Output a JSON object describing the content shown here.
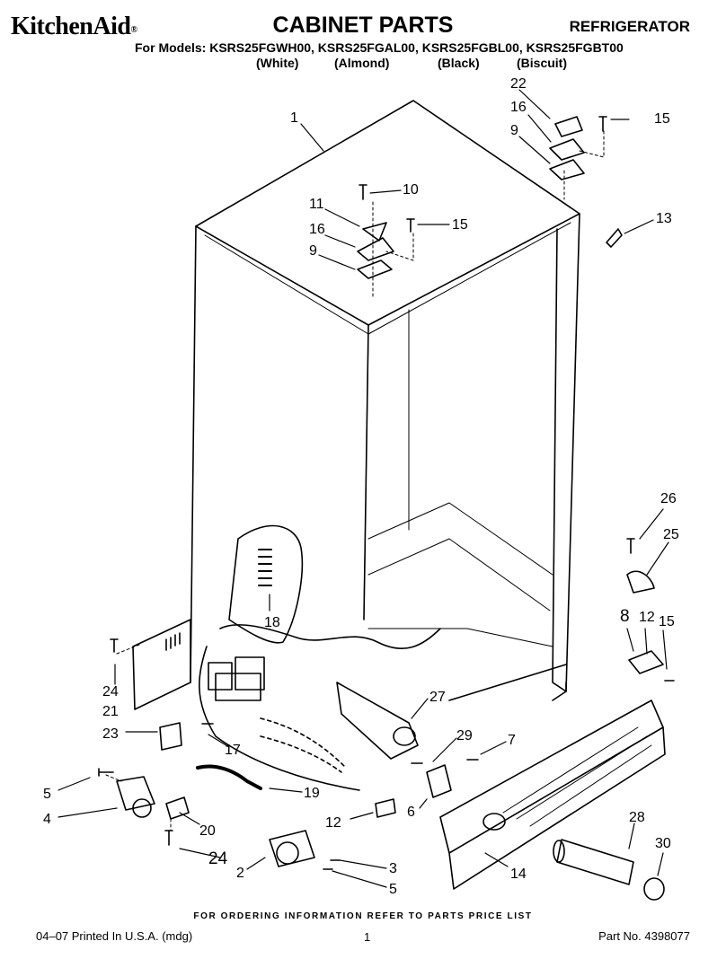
{
  "header": {
    "brand": "KitchenAid",
    "brand_mark": "®",
    "title": "CABINET PARTS",
    "category": "REFRIGERATOR",
    "models_line": "For Models: KSRS25FGWH00, KSRS25FGAL00, KSRS25FGBL00, KSRS25FGBT00",
    "colors": [
      "(White)",
      "(Almond)",
      "(Black)",
      "(Biscuit)"
    ]
  },
  "callouts": [
    "1",
    "22",
    "16",
    "15",
    "9",
    "10",
    "11",
    "16",
    "15",
    "9",
    "13",
    "26",
    "25",
    "18",
    "8",
    "12",
    "15",
    "24",
    "21",
    "27",
    "23",
    "17",
    "29",
    "7",
    "5",
    "19",
    "4",
    "6",
    "12",
    "20",
    "28",
    "24",
    "30",
    "2",
    "3",
    "14",
    "5"
  ],
  "footer": {
    "notice": "FOR ORDERING INFORMATION REFER TO PARTS PRICE LIST",
    "printed": "04–07 Printed In U.S.A. (mdg)",
    "page": "1",
    "part_no": "Part No. 4398077"
  }
}
